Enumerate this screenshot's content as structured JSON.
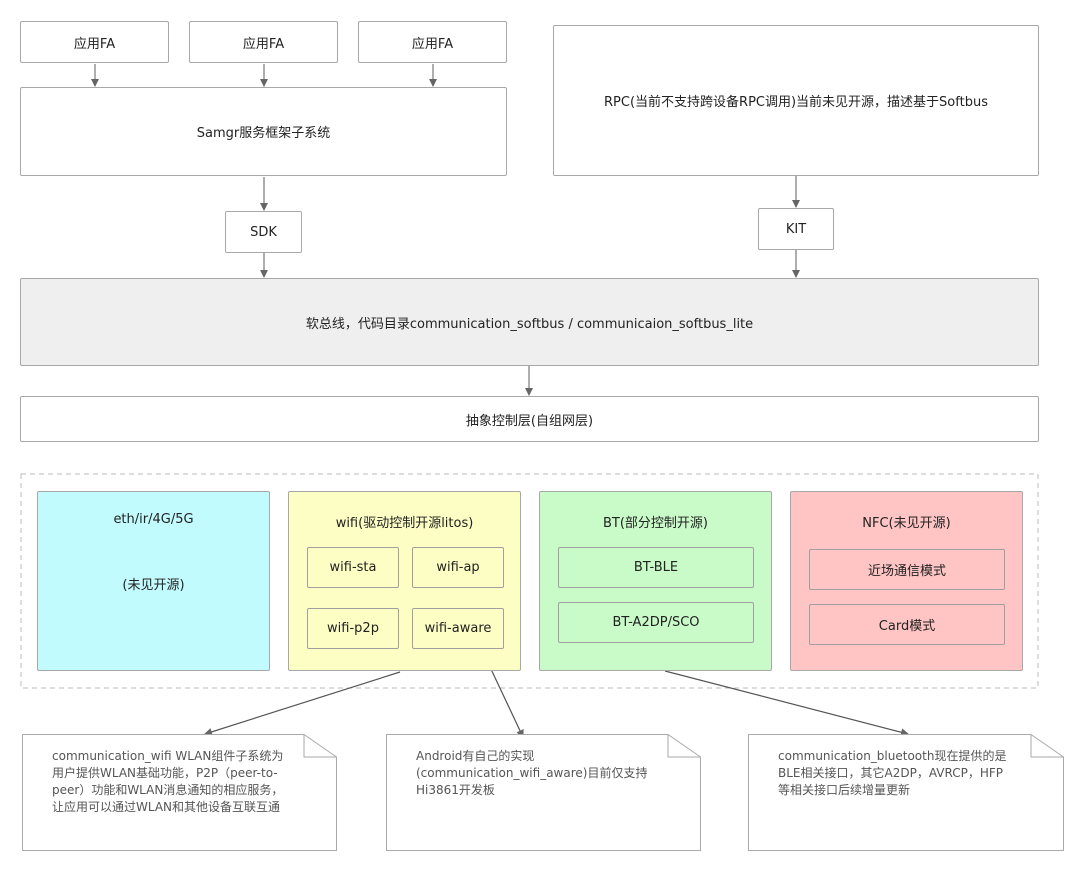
{
  "top": {
    "fa_labels": [
      "应用FA",
      "应用FA",
      "应用FA"
    ],
    "samgr": "Samgr服务框架子系统",
    "sdk": "SDK",
    "rpc": "RPC(当前不支持跨设备RPC调用)当前未见开源，描述基于Softbus",
    "kit": "KIT"
  },
  "softbus": "软总线，代码目录communication_softbus / communicaion_softbus_lite",
  "abstraction": "抽象控制层(自组网层)",
  "panels": {
    "eth": {
      "title": "eth/ir/4G/5G",
      "sub": "(未见开源)",
      "color": "#c2fbfd"
    },
    "wifi": {
      "title": "wifi(驱动控制开源litos)",
      "items": [
        "wifi-sta",
        "wifi-ap",
        "wifi-p2p",
        "wifi-aware"
      ],
      "color": "#fdfec4"
    },
    "bt": {
      "title": "BT(部分控制开源)",
      "items": [
        "BT-BLE",
        "BT-A2DP/SCO"
      ],
      "color": "#c9fbc9"
    },
    "nfc": {
      "title": "NFC(未见开源)",
      "items": [
        "近场通信模式",
        "Card模式"
      ],
      "color": "#ffc4c4"
    }
  },
  "notes": [
    "communication_wifi WLAN组件子系统为\n用户提供WLAN基础功能，P2P（peer-to-\npeer）功能和WLAN消息通知的相应服务，\n让应用可以通过WLAN和其他设备互联互通",
    "Android有自己的实现\n(communication_wifi_aware)目前仅支持\nHi3861开发板",
    "communication_bluetooth现在提供的是\nBLE相关接口，其它A2DP，AVRCP，HFP\n等相关接口后续增量更新"
  ]
}
